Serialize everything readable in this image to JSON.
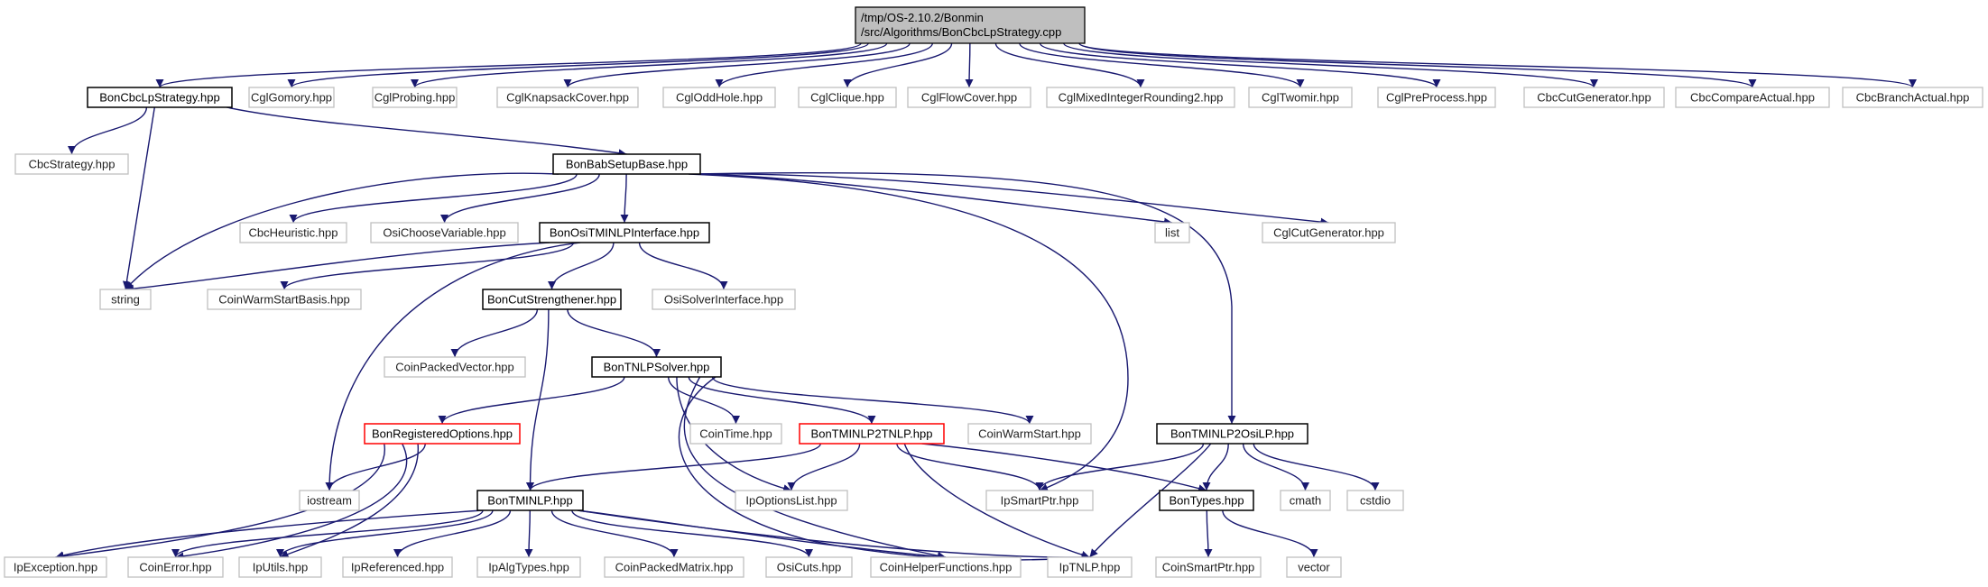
{
  "colors": {
    "edge": "#191970",
    "root_fill": "#bfbfbf",
    "external_border": "#bfbfbf",
    "truncated_border": "#ff0000",
    "documented_border": "#000000"
  },
  "nodes": {
    "root": {
      "lines": [
        "/tmp/OS-2.10.2/Bonmin",
        "/src/Algorithms/BonCbcLpStrategy.cpp"
      ],
      "kind": "root"
    },
    "cbclp": {
      "label": "BonCbcLpStrategy.hpp",
      "kind": "doc"
    },
    "gomory": {
      "label": "CglGomory.hpp",
      "kind": "ext"
    },
    "probing": {
      "label": "CglProbing.hpp",
      "kind": "ext"
    },
    "knap": {
      "label": "CglKnapsackCover.hpp",
      "kind": "ext"
    },
    "oddhole": {
      "label": "CglOddHole.hpp",
      "kind": "ext"
    },
    "clique": {
      "label": "CglClique.hpp",
      "kind": "ext"
    },
    "flow": {
      "label": "CglFlowCover.hpp",
      "kind": "ext"
    },
    "mir": {
      "label": "CglMixedIntegerRounding2.hpp",
      "kind": "ext"
    },
    "twomir": {
      "label": "CglTwomir.hpp",
      "kind": "ext"
    },
    "prep": {
      "label": "CglPreProcess.hpp",
      "kind": "ext"
    },
    "cbccut": {
      "label": "CbcCutGenerator.hpp",
      "kind": "ext"
    },
    "cbccmp": {
      "label": "CbcCompareActual.hpp",
      "kind": "ext"
    },
    "cbcbr": {
      "label": "CbcBranchActual.hpp",
      "kind": "ext"
    },
    "cbcstrat": {
      "label": "CbcStrategy.hpp",
      "kind": "ext"
    },
    "babsetup": {
      "label": "BonBabSetupBase.hpp",
      "kind": "doc"
    },
    "string": {
      "label": "string",
      "kind": "ext"
    },
    "cbcheur": {
      "label": "CbcHeuristic.hpp",
      "kind": "ext"
    },
    "osichoose": {
      "label": "OsiChooseVariable.hpp",
      "kind": "ext"
    },
    "ositminlp": {
      "label": "BonOsiTMINLPInterface.hpp",
      "kind": "doc"
    },
    "list": {
      "label": "list",
      "kind": "ext"
    },
    "cglcut": {
      "label": "CglCutGenerator.hpp",
      "kind": "ext"
    },
    "coinws": {
      "label": "CoinWarmStartBasis.hpp",
      "kind": "ext"
    },
    "cutstr": {
      "label": "BonCutStrengthener.hpp",
      "kind": "doc"
    },
    "osisolver": {
      "label": "OsiSolverInterface.hpp",
      "kind": "ext"
    },
    "coinpv": {
      "label": "CoinPackedVector.hpp",
      "kind": "ext"
    },
    "tnlpsolver": {
      "label": "BonTNLPSolver.hpp",
      "kind": "doc"
    },
    "regopt": {
      "label": "BonRegisteredOptions.hpp",
      "kind": "trunc"
    },
    "cointime": {
      "label": "CoinTime.hpp",
      "kind": "ext"
    },
    "tminlp2tnlp": {
      "label": "BonTMINLP2TNLP.hpp",
      "kind": "trunc"
    },
    "coinwarm": {
      "label": "CoinWarmStart.hpp",
      "kind": "ext"
    },
    "tminlp2osilp": {
      "label": "BonTMINLP2OsiLP.hpp",
      "kind": "doc"
    },
    "iostream": {
      "label": "iostream",
      "kind": "ext"
    },
    "tminlp": {
      "label": "BonTMINLP.hpp",
      "kind": "doc"
    },
    "ipopts": {
      "label": "IpOptionsList.hpp",
      "kind": "ext"
    },
    "ipsmart": {
      "label": "IpSmartPtr.hpp",
      "kind": "ext"
    },
    "bontypes": {
      "label": "BonTypes.hpp",
      "kind": "doc"
    },
    "cmath": {
      "label": "cmath",
      "kind": "ext"
    },
    "cstdio": {
      "label": "cstdio",
      "kind": "ext"
    },
    "ipexc": {
      "label": "IpException.hpp",
      "kind": "ext"
    },
    "coinerr": {
      "label": "CoinError.hpp",
      "kind": "ext"
    },
    "iputils": {
      "label": "IpUtils.hpp",
      "kind": "ext"
    },
    "ipref": {
      "label": "IpReferenced.hpp",
      "kind": "ext"
    },
    "ipalg": {
      "label": "IpAlgTypes.hpp",
      "kind": "ext"
    },
    "coinpm": {
      "label": "CoinPackedMatrix.hpp",
      "kind": "ext"
    },
    "osicuts": {
      "label": "OsiCuts.hpp",
      "kind": "ext"
    },
    "coinhelp": {
      "label": "CoinHelperFunctions.hpp",
      "kind": "ext"
    },
    "iptnlp": {
      "label": "IpTNLP.hpp",
      "kind": "ext"
    },
    "coinsp": {
      "label": "CoinSmartPtr.hpp",
      "kind": "ext"
    },
    "vector": {
      "label": "vector",
      "kind": "ext"
    }
  },
  "edges": [
    [
      "root",
      "cbclp"
    ],
    [
      "root",
      "gomory"
    ],
    [
      "root",
      "probing"
    ],
    [
      "root",
      "knap"
    ],
    [
      "root",
      "oddhole"
    ],
    [
      "root",
      "clique"
    ],
    [
      "root",
      "flow"
    ],
    [
      "root",
      "mir"
    ],
    [
      "root",
      "twomir"
    ],
    [
      "root",
      "prep"
    ],
    [
      "root",
      "cbccut"
    ],
    [
      "root",
      "cbccmp"
    ],
    [
      "root",
      "cbcbr"
    ],
    [
      "cbclp",
      "cbcstrat"
    ],
    [
      "cbclp",
      "string"
    ],
    [
      "cbclp",
      "babsetup"
    ],
    [
      "babsetup",
      "string"
    ],
    [
      "babsetup",
      "cbcheur"
    ],
    [
      "babsetup",
      "osichoose"
    ],
    [
      "babsetup",
      "ositminlp"
    ],
    [
      "babsetup",
      "list"
    ],
    [
      "babsetup",
      "cglcut"
    ],
    [
      "babsetup",
      "ipsmart"
    ],
    [
      "babsetup",
      "tminlp2osilp"
    ],
    [
      "ositminlp",
      "string"
    ],
    [
      "ositminlp",
      "coinws"
    ],
    [
      "ositminlp",
      "cutstr"
    ],
    [
      "ositminlp",
      "osisolver"
    ],
    [
      "ositminlp",
      "iostream"
    ],
    [
      "cutstr",
      "coinpv"
    ],
    [
      "cutstr",
      "tnlpsolver"
    ],
    [
      "cutstr",
      "tminlp"
    ],
    [
      "tnlpsolver",
      "regopt"
    ],
    [
      "tnlpsolver",
      "cointime"
    ],
    [
      "tnlpsolver",
      "tminlp2tnlp"
    ],
    [
      "tnlpsolver",
      "coinwarm"
    ],
    [
      "tnlpsolver",
      "ipopts"
    ],
    [
      "tnlpsolver",
      "iptnlp"
    ],
    [
      "tnlpsolver",
      "coinhelp"
    ],
    [
      "regopt",
      "iostream"
    ],
    [
      "regopt",
      "ipexc"
    ],
    [
      "regopt",
      "coinerr"
    ],
    [
      "regopt",
      "iputils"
    ],
    [
      "tminlp2tnlp",
      "tminlp"
    ],
    [
      "tminlp2tnlp",
      "ipopts"
    ],
    [
      "tminlp2tnlp",
      "ipsmart"
    ],
    [
      "tminlp2tnlp",
      "bontypes"
    ],
    [
      "tminlp2tnlp",
      "iptnlp"
    ],
    [
      "tminlp2osilp",
      "ipsmart"
    ],
    [
      "tminlp2osilp",
      "bontypes"
    ],
    [
      "tminlp2osilp",
      "cmath"
    ],
    [
      "tminlp2osilp",
      "cstdio"
    ],
    [
      "tminlp2osilp",
      "iptnlp"
    ],
    [
      "tminlp",
      "ipexc"
    ],
    [
      "tminlp",
      "coinerr"
    ],
    [
      "tminlp",
      "iputils"
    ],
    [
      "tminlp",
      "ipref"
    ],
    [
      "tminlp",
      "ipalg"
    ],
    [
      "tminlp",
      "coinpm"
    ],
    [
      "tminlp",
      "osicuts"
    ],
    [
      "tminlp",
      "coinhelp"
    ],
    [
      "tminlp",
      "iptnlp"
    ],
    [
      "bontypes",
      "coinsp"
    ],
    [
      "bontypes",
      "vector"
    ]
  ]
}
